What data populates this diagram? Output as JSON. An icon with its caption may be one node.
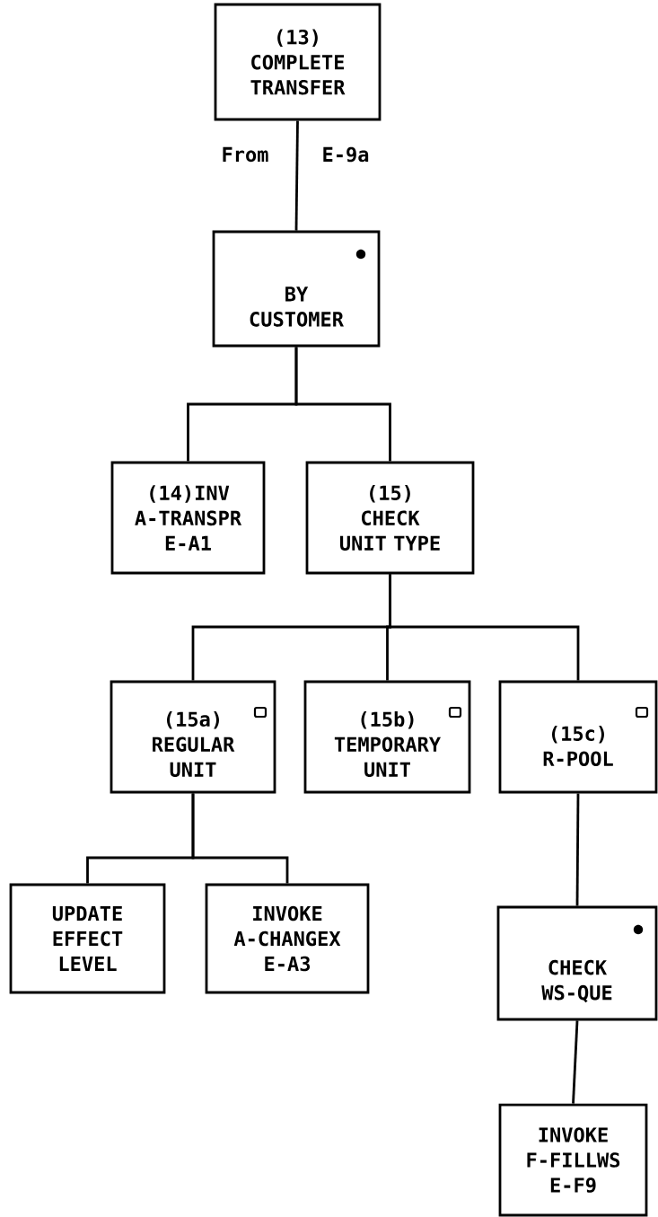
{
  "diagram": {
    "nodes": [
      {
        "text": [
          "(13) COMPLETE TRANSFER"
        ]
      },
      {
        "text": [
          "BY CUSTOMER"
        ]
      },
      {
        "text": [
          "(14)INV A-TRANSPR E-A1"
        ]
      },
      {
        "text": [
          "(15) CHECK UNIT TYPE"
        ]
      },
      {
        "text": [
          "(15a) REGULAR UNIT"
        ]
      },
      {
        "text": [
          "(15b) TEMPORARY UNIT"
        ]
      },
      {
        "text": [
          "(15c) R-POOL"
        ]
      },
      {
        "text": [
          "UPDATE EFFECT LEVEL"
        ]
      },
      {
        "text": [
          "INVOKE A-CHANGEX E-A3"
        ]
      },
      {
        "text": [
          "CHECK WS-QUE"
        ]
      },
      {
        "text": [
          "INVOKE F-FILLWS E-F9"
        ]
      }
    ],
    "edges": [
      {
        "from": 0,
        "to": 1,
        "arrow": "none"
      },
      {
        "from": 1,
        "to": 2,
        "arrow": "none"
      },
      {
        "from": 1,
        "to": 3,
        "arrow": "none"
      },
      {
        "from": 3,
        "to": 4,
        "arrow": "none"
      },
      {
        "from": 3,
        "to": 5,
        "arrow": "none"
      },
      {
        "from": 3,
        "to": 6,
        "arrow": "none"
      },
      {
        "from": 4,
        "to": 7,
        "arrow": "none"
      },
      {
        "from": 4,
        "to": 8,
        "arrow": "none"
      },
      {
        "from": 6,
        "to": 9,
        "arrow": "none"
      },
      {
        "from": 9,
        "to": 10,
        "arrow": "none"
      }
    ],
    "labels": [
      "From",
      "E-9a"
    ]
  }
}
